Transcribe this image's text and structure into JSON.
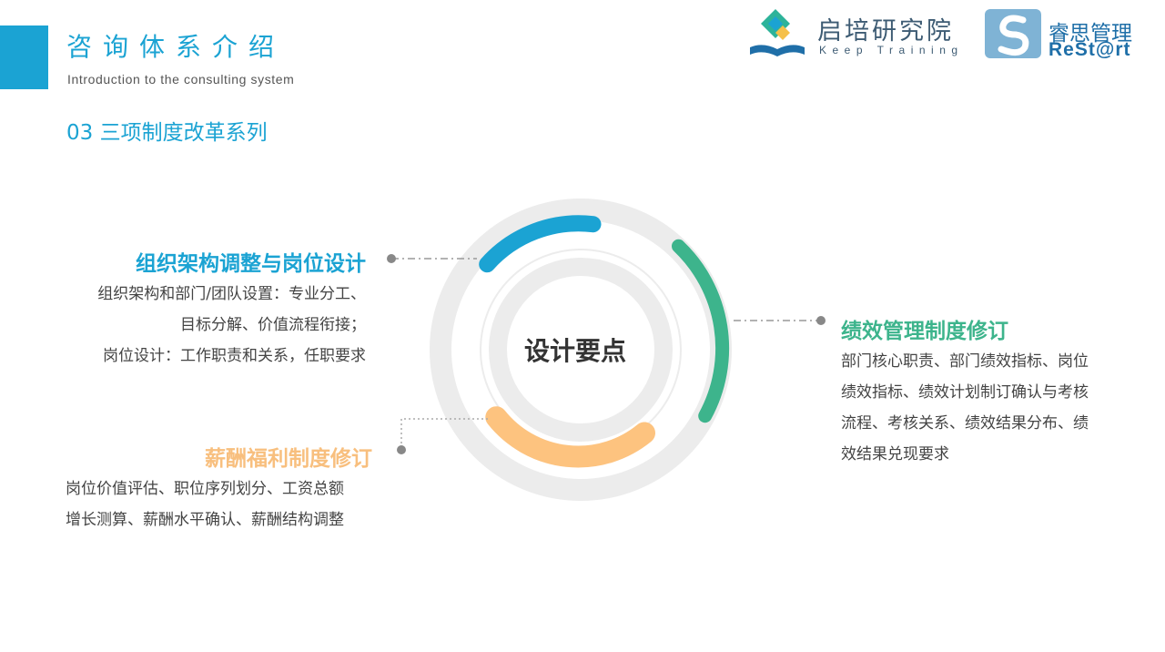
{
  "header": {
    "title": "咨询体系介绍",
    "subtitle": "Introduction to the consulting system",
    "section": "03 三项制度改革系列"
  },
  "logos": {
    "keep_training": {
      "name": "启培研究院",
      "tagline": "Keep Training"
    },
    "restart": {
      "name": "睿思管理",
      "tagline": "ReSt@rt"
    }
  },
  "center": {
    "label": "设计要点"
  },
  "items": [
    {
      "heading": "组织架构调整与岗位设计",
      "lines": [
        "组织架构和部门/团队设置：专业分工、",
        "目标分解、价值流程衔接；",
        "岗位设计：工作职责和关系，任职要求"
      ],
      "color": "#1ba3d3"
    },
    {
      "heading": "绩效管理制度修订",
      "lines": [
        "部门核心职责、部门绩效指标、岗位",
        "绩效指标、绩效计划制订确认与考核",
        "流程、考核关系、绩效结果分布、绩",
        "效结果兑现要求"
      ],
      "color": "#3db48c"
    },
    {
      "heading": "薪酬福利制度修订",
      "lines": [
        "岗位价值评估、职位序列划分、工资总额",
        "增长测算、薪酬水平确认、薪酬结构调整"
      ],
      "color": "#f8bf7e"
    }
  ],
  "colors": {
    "accent": "#1ba3d3",
    "green": "#3db48c",
    "orange": "#f8bf7e",
    "ring": "#ececec"
  },
  "icons": [
    "book-diamond-logo-icon",
    "restart-logo-icon"
  ]
}
